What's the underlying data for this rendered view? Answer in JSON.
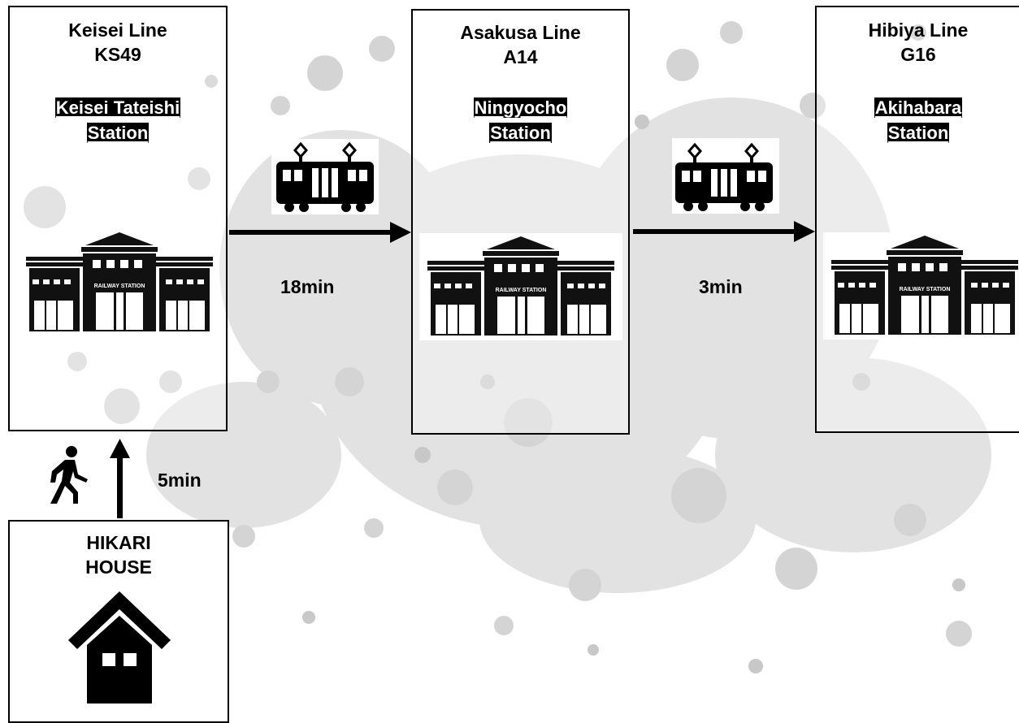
{
  "stations": [
    {
      "line": "Keisei Line",
      "code": "KS49",
      "name_line1": "Keisei Tateishi",
      "name_line2": "Station",
      "sign": "RAILWAY STATION"
    },
    {
      "line": "Asakusa Line",
      "code": "A14",
      "name_line1": "Ningyocho",
      "name_line2": "Station",
      "sign": "RAILWAY STATION"
    },
    {
      "line": "Hibiya Line",
      "code": "G16",
      "name_line1": "Akihabara",
      "name_line2": "Station",
      "sign": "RAILWAY STATION"
    }
  ],
  "legs": [
    {
      "mode": "train-icon",
      "time": "18min"
    },
    {
      "mode": "train-icon",
      "time": "3min"
    }
  ],
  "walk": {
    "mode": "walking-person-icon",
    "time": "5min"
  },
  "origin": {
    "line1": "HIKARI",
    "line2": "HOUSE",
    "icon": "house-icon"
  },
  "colors": {
    "ink": "#000000",
    "background": "#ffffff",
    "splatter": "#d9d9d9"
  }
}
